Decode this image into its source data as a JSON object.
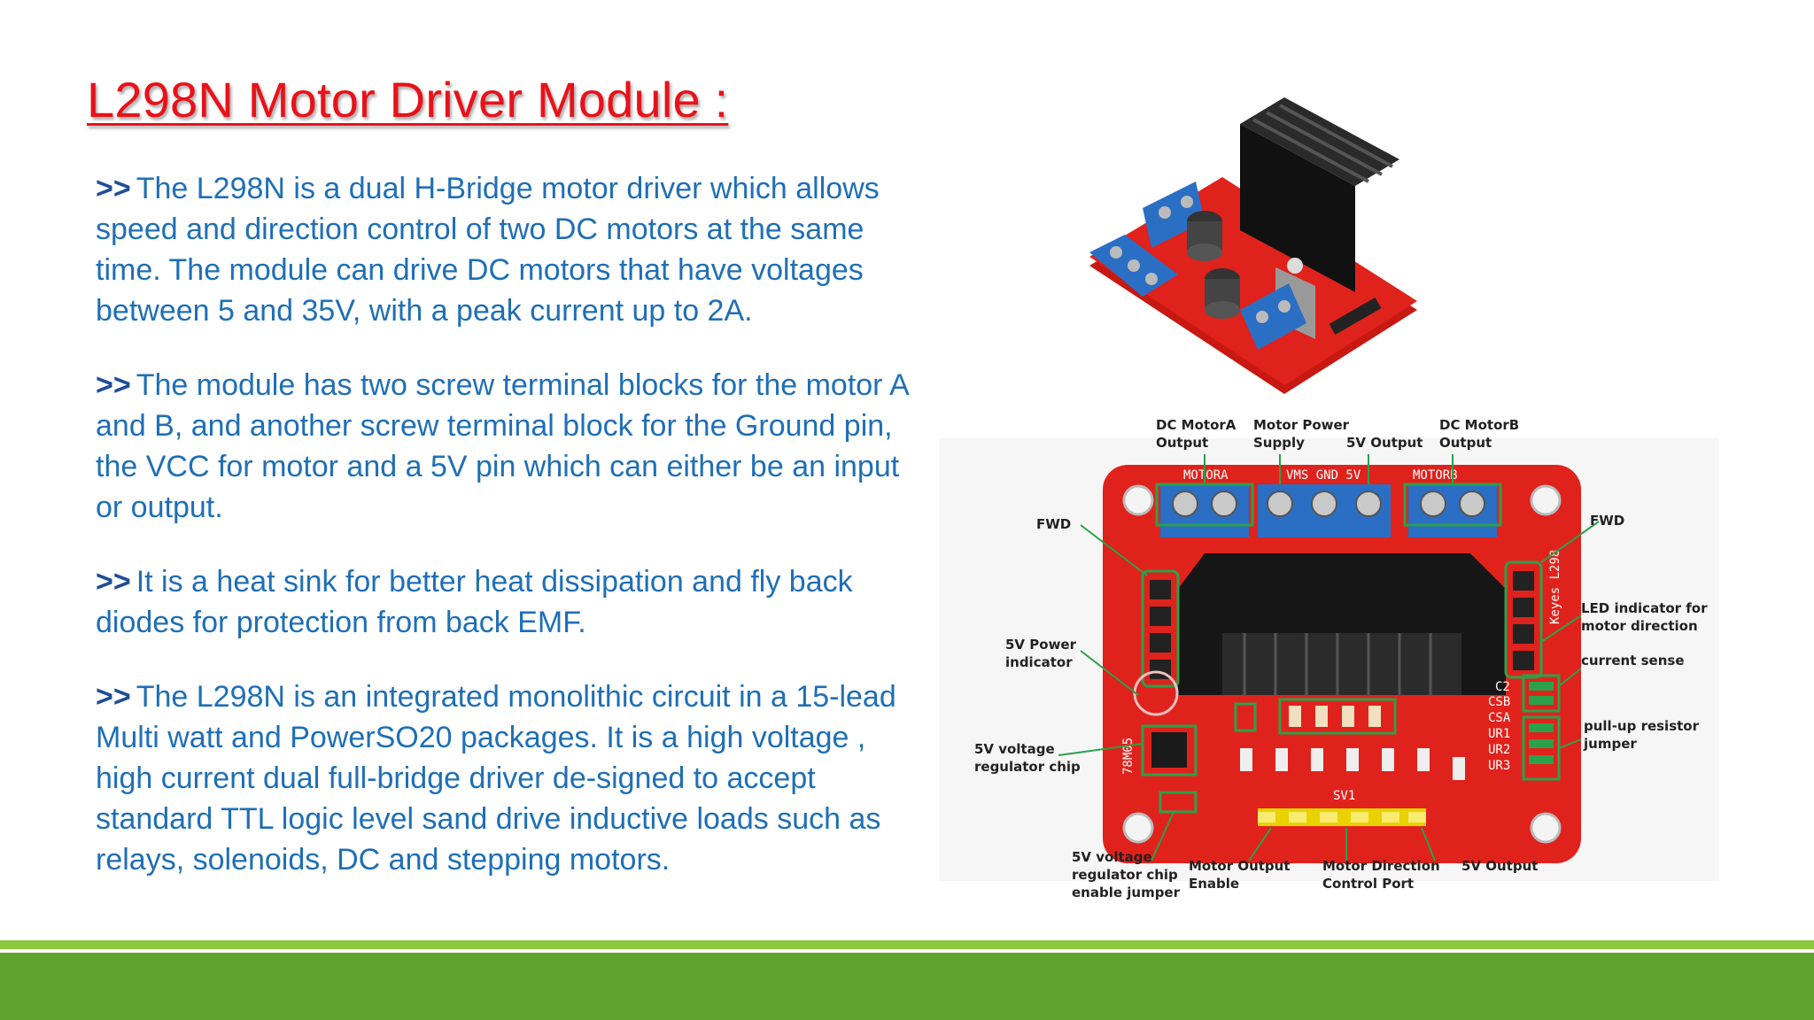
{
  "slide": {
    "title": "L298N Motor Driver Module :",
    "paragraphs": [
      {
        "marker": ">>",
        "text": "The L298N is a dual H-Bridge motor driver which allows speed and direction control of two DC motors at the same time. The module can drive DC motors that have voltages between 5 and 35V, with a peak current up to 2A."
      },
      {
        "marker": ">>",
        "text": "The module has two screw terminal blocks for the motor A and B, and another screw terminal block for the Ground pin, the VCC for motor and a 5V pin which can either be an input or output."
      },
      {
        "marker": ">>",
        "text": "It is a heat sink for better heat dissipation and fly back diodes for protection from back EMF."
      },
      {
        "marker": ">>",
        "text": "The L298N is an integrated monolithic circuit in a 15-lead Multi watt and PowerSO20 packages. It is a high voltage , high current dual full-bridge driver de-signed to accept standard TTL logic level sand drive inductive loads such as relays, solenoids, DC and stepping motors."
      }
    ]
  },
  "diagram": {
    "labels": {
      "dc_motor_a_1": "DC MotorA",
      "dc_motor_a_2": "Output",
      "motor_power_1": "Motor Power",
      "motor_power_2": "Supply",
      "fivev_output_top": "5V Output",
      "dc_motor_b_1": "DC MotorB",
      "dc_motor_b_2": "Output",
      "fwd_left": "FWD",
      "fwd_right": "FWD",
      "led_indicator_1": "LED indicator for",
      "led_indicator_2": "motor direction",
      "current_sense": "current sense",
      "pullup_1": "pull-up resistor",
      "pullup_2": "jumper",
      "power_indicator_1": "5V Power",
      "power_indicator_2": "indicator",
      "regulator_1": "5V voltage",
      "regulator_2": "regulator chip",
      "reg_enable_1": "5V voltage",
      "reg_enable_2": "regulator chip",
      "reg_enable_3": "enable jumper",
      "motor_output_enable_1": "Motor Output",
      "motor_output_enable_2": "Enable",
      "motor_direction_1": "Motor Direction",
      "motor_direction_2": "Control Port",
      "fivev_output_bottom": "5V Output"
    },
    "silkscreen": {
      "motora": "MOTORA",
      "power_block": "VMS GND 5V",
      "motorb": "MOTORB",
      "brand": "Keyes L298",
      "regulator": "78M05",
      "sv1": "SV1",
      "c2": "C2",
      "csb": "CSB",
      "csa": "CSA",
      "ur1": "UR1",
      "ur2": "UR2",
      "ur3": "UR3"
    }
  },
  "colors": {
    "title": "#e8121a",
    "body_text": "#1f6fb6",
    "marker": "#1f4e99",
    "footer_band": "#5fa22e",
    "footer_line": "#8fc640",
    "pcb_red": "#e0221c",
    "terminal_blue": "#2a6fc4",
    "heatsink": "#1a1a1a",
    "callout_green": "#2aa14a"
  }
}
